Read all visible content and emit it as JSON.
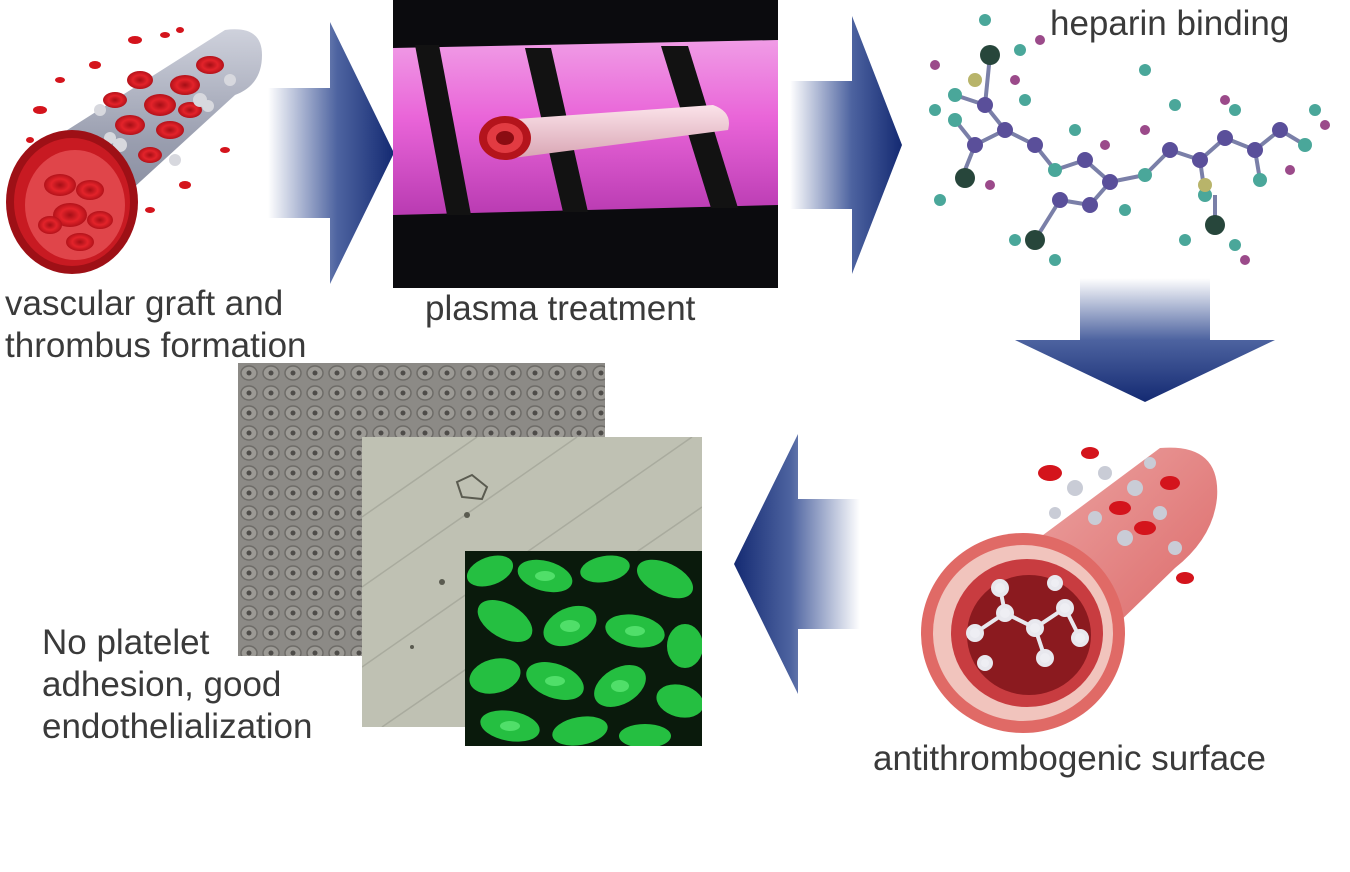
{
  "steps": {
    "graft": {
      "line1": "vascular graft and",
      "line2": "thrombus formation"
    },
    "plasma": {
      "label": "plasma treatment"
    },
    "heparin": {
      "label": "heparin binding"
    },
    "surface": {
      "label": "antithrombogenic surface"
    },
    "result": {
      "line1": "No platelet",
      "line2": "adhesion, good",
      "line3": "endothelialization"
    }
  },
  "colors": {
    "arrow_dark": "#1a3178",
    "arrow_light": "#ffffff",
    "blood_red": "#d4141c",
    "plasma_pink": "#e85fd2",
    "cell_green": "#2ed24a",
    "atom_teal": "#4aa79a",
    "atom_purple": "#5a4f9a"
  }
}
